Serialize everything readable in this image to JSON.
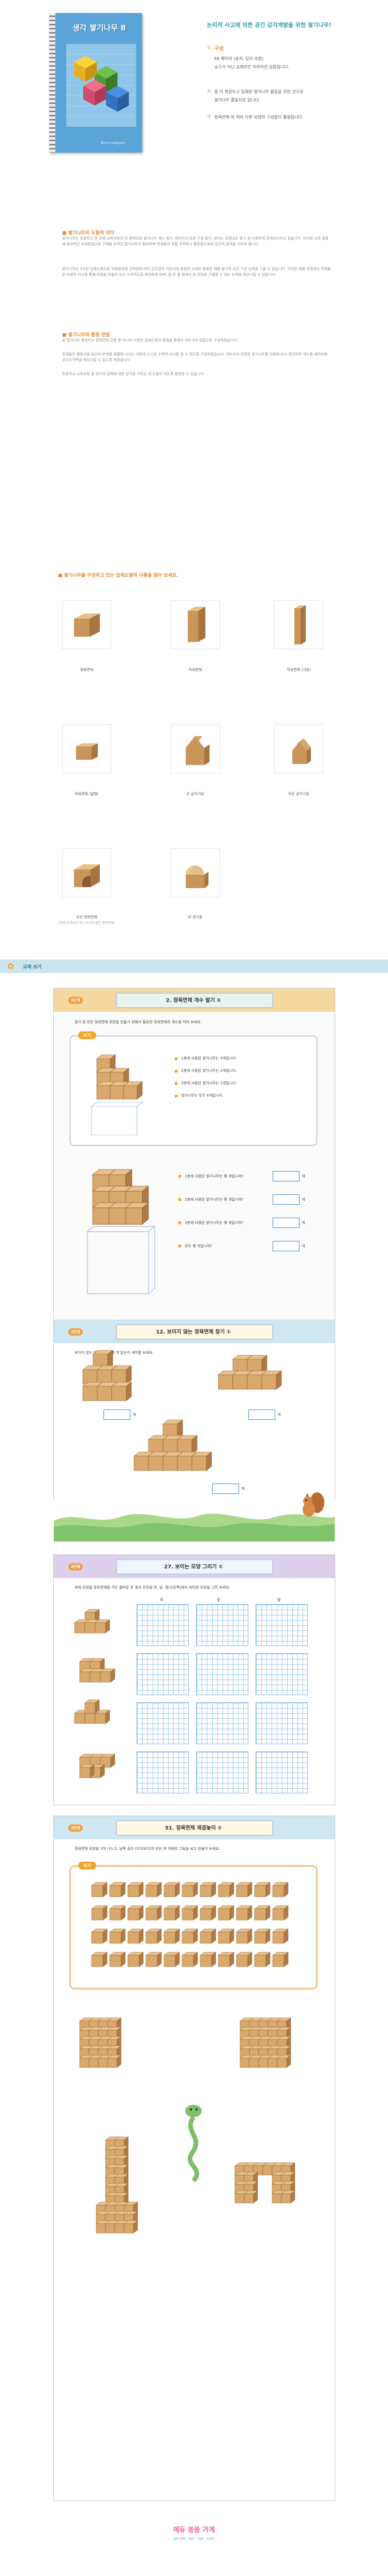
{
  "product": {
    "cover_title": "생각 쌓기나무 Ⅱ",
    "cover_subtitle": "Brand category"
  },
  "intro": {
    "headline": "논리적 사고에 의한 공간 감각계발을 위한 쌓기나무!",
    "composition_heading": "구성",
    "composition_line1": "66 페이지 (표지, 답지 포함)",
    "composition_line2": "교구가 아닌 교재로만 이루어진 상품입니다.",
    "note1_line1": "좀 더 복잡하고 입체된 쌓기나무 활동을 위한 것으로",
    "note1_line2": "쌓기나무 활동지로 입니다.",
    "note2": "정육면체 외 여러 다른 모양의 구성들이 활용됩니다."
  },
  "section1": {
    "title": "쌓기나무의 도형적 의미",
    "para1": "쌓기나무는 초등학교 전 주제 교육과정의 한 영역으로 쌓기나무 개수 셈기, 여러가지 모양 구성 쌓기, 보이는 모양대로 쌓기 등 다양하게 전개되어지고 있습니다. 이러한 교육 활동에 효과적인 교육방법으로 구체물 조작인 쌓기나무가 필요하며 학생들이 직접 조작하고 활동함으로써 공간적 감각을 키우게 됩니다.",
    "para2": "쌓기나무는 3차원 입체도형으로 모형판위에 규칙성에 따라 공간감각 기르기에 중요한 교재로 활용된 체험 탐구와 공간 구성 능력을 기를 수 있습니다. 이러한 체험 과정에서 학생들은 다양한 사고를 통해 모양을 만들어 보고 수학적으로 표현하게 되며, 앞 뒤 옆 위에서 본 모양을 구별할 수 있는 능력을 향상시킬 수 있습니다."
  },
  "section2": {
    "title": "쌓기나무의 활용 방법",
    "para1": "본 쌓기나무 활동지는 정육면체 모형 뿐 아니라 다양한 입체도형의 활용을 통해서 여러가지 방법으로 구성하였습니다.",
    "para2": "학생들이 활동지를 읽으며 문제를 해결해 나가는 가운데 스스로 수학적 사고를 할 수 있도록 구성하였습니다. 여러가지 모양의 쌓기나무를 이용해 보고 정리하여 개수를 세어보며 공간지각력을 향상시킬 수 있도록 하였습니다.",
    "para3": "초등학교 교육과정 중 공간과 입체에 대한 감각을 기르는 데 도움이 되도록 활용할 수 있습니다."
  },
  "section3": {
    "title": "쌓기나무를 구성하고 있는 입체도형의 이름을 알아 보세요.",
    "shapes": [
      {
        "label": "정육면체"
      },
      {
        "label": "직육면체"
      },
      {
        "label": "직육면체 (기둥)"
      },
      {
        "label": "직육면체 (얇형)"
      },
      {
        "label": "큰 삼각기둥"
      },
      {
        "label": "작은 삼각기둥"
      },
      {
        "label": "오신 정육면체",
        "sub": "(반원 도려내기 또는 모서리 잘린 정육면체)"
      },
      {
        "label": "반 원기둥"
      }
    ]
  },
  "banner": {
    "label": "교재 보기"
  },
  "page1": {
    "grade": "3단계",
    "title": "2. 정육면체 개수 알기 ①",
    "instruction": "쌓기 된 모든 정육면체 모양을 만들기 위해서 필요한 정육면체의 개수를 적어 보세요.",
    "box_label": "보기",
    "example_items": [
      "1층에 사용된 쌓기나무는 3개입니다.",
      "2층에 사용된 쌓기나무는 2개입니다.",
      "3층에 사용된 쌓기나무는 1개입니다.",
      "쌓기나무는 모두 6개입니다."
    ],
    "questions": [
      "1층에 사용된 쌓기나무는 몇 개입니까?",
      "2층에 사용된 쌓기나무는 몇 개입니까?",
      "3층에 사용된 쌓기나무는 몇 개입니까?",
      "모두 몇 개입니까?"
    ],
    "unit": "개"
  },
  "page2": {
    "grade": "3단계",
    "title": "12. 보이지 않는 정육면체 찾기 ①",
    "instruction": "보이지 않는 정육면체가 몇 개 있는지 세어봅 보세요.",
    "unit": "개"
  },
  "page3": {
    "grade": "3단계",
    "title": "27. 보이는 모양 그리기 ①",
    "instruction": "위에 모양을 정육면체를 각도 별버로 본 결과 모양을 위, 앞, 옆(오른쪽)에서 바라본 모양을 그려 보세요.",
    "col_labels": [
      "위",
      "앞",
      "옆"
    ]
  },
  "page4": {
    "grade": "3단계",
    "title": "51. 정육면체 재겹놓이 ①",
    "instruction": "정육면체 모양을 3개 나누고, 남쪽 출라 (오자요이)의 만든 후 아래의 그림을 보고 만들어 보세요.",
    "box_label": "보기"
  },
  "footer": {
    "brand": "에듀 쏭쏭 가게",
    "info": "A/S 전화 : 031 - 350 - 1474"
  }
}
